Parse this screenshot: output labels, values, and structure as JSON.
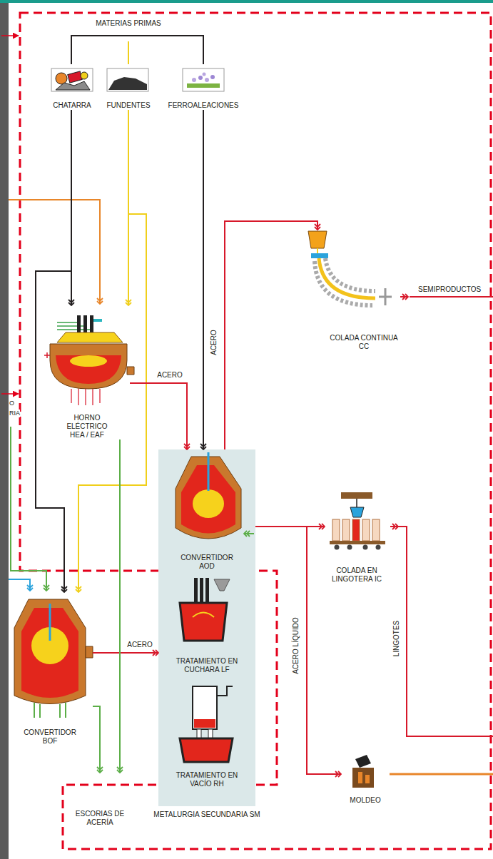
{
  "diagram": {
    "nodes": [
      {
        "text": [
          "CHATARRA"
        ]
      },
      {
        "text": [
          "FUNDENTES"
        ]
      },
      {
        "text": [
          "FERROALEACIONES"
        ]
      },
      {
        "text": [
          "COLADA CONTINUA CC"
        ]
      },
      {
        "text": [
          "HORNO ELÉCTRICO HEA / EAF"
        ]
      },
      {
        "text": [
          "METALURGIA SECUNDARIA SM"
        ]
      },
      {
        "text": [
          "CONVERTIDOR AOD"
        ],
        "in": 5
      },
      {
        "text": [
          "TRATAMIENTO EN CUCHARA LF"
        ],
        "in": 5
      },
      {
        "text": [
          "TRATAMIENTO EN VACÍO RH"
        ],
        "in": 5
      },
      {
        "text": [
          "COLADA EN LINGOTERA IC"
        ]
      },
      {
        "text": [
          "CONVERTIDOR BOF"
        ]
      },
      {
        "text": [
          "MOLDEO"
        ]
      },
      {
        "text": [
          "ESCORIAS DE ACERÍA"
        ]
      }
    ],
    "edges": [
      {
        "from": 0,
        "to": 4,
        "arrow": "to"
      },
      {
        "from": 0,
        "to": 10,
        "arrow": "to"
      },
      {
        "from": 1,
        "to": 4,
        "arrow": "to"
      },
      {
        "from": 1,
        "to": 10,
        "arrow": "to"
      },
      {
        "from": 2,
        "to": 6,
        "arrow": "to"
      },
      {
        "from": 4,
        "to": 6,
        "label": "ACERO",
        "arrow": "to"
      },
      {
        "from": 6,
        "to": 3,
        "label": "ACERO",
        "arrow": "to"
      },
      {
        "from": 10,
        "to": 5,
        "label": "ACERO",
        "arrow": "to"
      },
      {
        "from": 6,
        "to": 9,
        "arrow": "to"
      },
      {
        "from": 6,
        "to": 11,
        "label": "ACERO LÍQUIDO",
        "arrow": "to"
      },
      {
        "from": 4,
        "to": 12,
        "arrow": "to"
      },
      {
        "from": 10,
        "to": 12,
        "arrow": "to"
      }
    ],
    "labels": [
      "MATERIAS PRIMAS",
      "SEMIPRODUCTOS",
      "LINGOTES",
      "O",
      "RIA"
    ]
  }
}
